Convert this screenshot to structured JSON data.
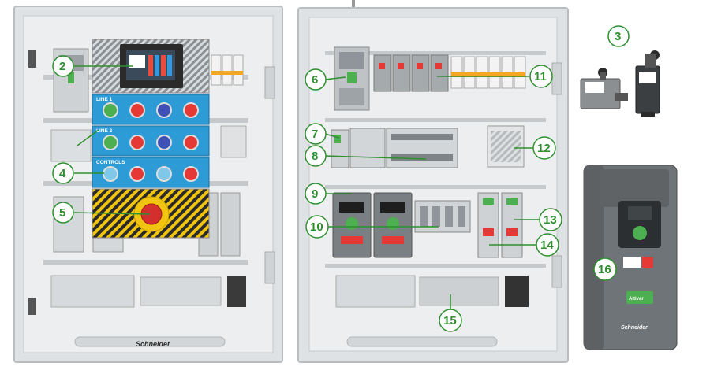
{
  "left_cabinet": {
    "panels": [
      {
        "label": "LINE 1",
        "buttons": [
          "green",
          "red",
          "blue",
          "red"
        ]
      },
      {
        "label": "LINE 2",
        "buttons": [
          "green",
          "red",
          "blue",
          "red"
        ]
      },
      {
        "label": "CONTROLS",
        "buttons": [
          "lightblue",
          "red",
          "lightblue",
          "red"
        ]
      }
    ],
    "brand": "Schneider"
  },
  "callouts": {
    "c2": "2",
    "c3": "3",
    "c4": "4",
    "c5": "5",
    "c6": "6",
    "c7": "7",
    "c8": "8",
    "c9": "9",
    "c10": "10",
    "c11": "11",
    "c12": "12",
    "c13": "13",
    "c14": "14",
    "c15": "15",
    "c16": "16"
  },
  "drive": {
    "brand": "Schneider",
    "model_badge": "Altivar"
  },
  "colors": {
    "callout_green": "#2f8f2f",
    "cabinet_frame": "#cfd3d6",
    "panel_blue": "#2c9bd6",
    "estop_yellow": "#f1c40f",
    "drive_grey": "#6f7478"
  }
}
